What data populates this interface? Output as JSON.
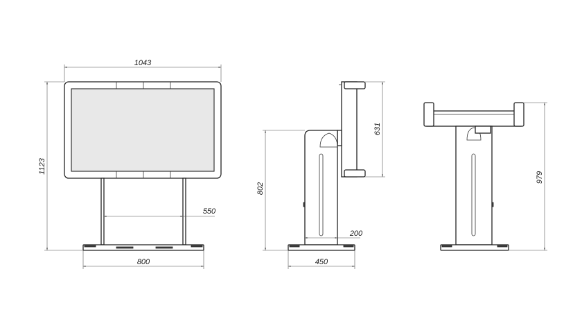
{
  "front_view": {
    "width_label": "1043",
    "height_label": "1123",
    "column_spacing_label": "550",
    "base_width_label": "800"
  },
  "side_view": {
    "screen_height_label": "631",
    "column_height_label": "802",
    "column_depth_label": "200",
    "base_depth_label": "450"
  },
  "back_view": {
    "total_height_label": "979"
  },
  "colors": {
    "line": "#222222",
    "screen": "#e8e8e8",
    "dimension": "#555555"
  }
}
